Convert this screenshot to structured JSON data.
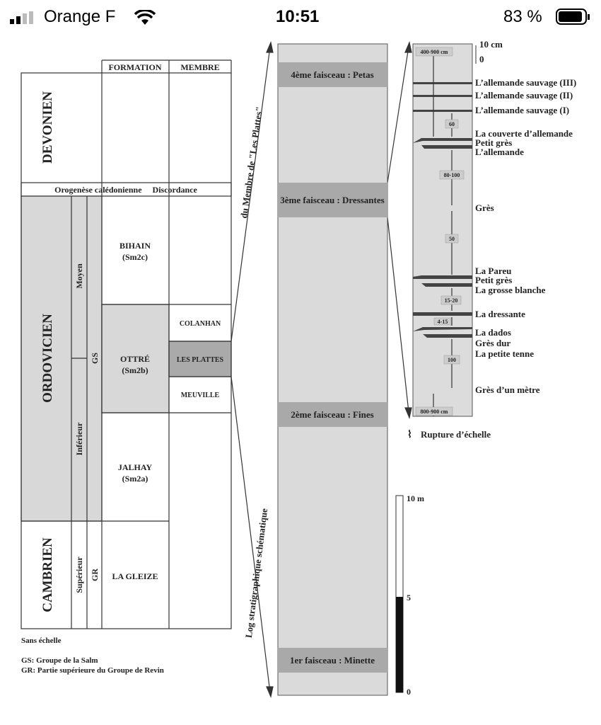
{
  "status_bar": {
    "carrier": "Orange F",
    "time": "10:51",
    "battery": "83 %"
  },
  "left_table": {
    "headers": {
      "formation": "FORMATION",
      "membre": "MEMBRE"
    },
    "eras": [
      "DEVONIEN",
      "ORDOVICIEN",
      "CAMBRIEN"
    ],
    "orogenese": "Orogenèse calédonienne     Discordance",
    "sub": {
      "moyen": "Moyen",
      "inferieur": "Inférieur",
      "superieur": "Supérieur",
      "gs": "GS",
      "gr": "GR"
    },
    "formations": [
      {
        "name": "BIHAIN",
        "code": "(Sm2c)"
      },
      {
        "name": "OTTRÉ",
        "code": "(Sm2b)"
      },
      {
        "name": "JALHAY",
        "code": "(Sm2a)"
      },
      {
        "name": "LA GLEIZE",
        "code": ""
      }
    ],
    "membres": [
      "COLANHAN",
      "LES PLATTES",
      "MEUVILLE"
    ],
    "notes": [
      "Sans échelle",
      "GS: Groupe de la Salm",
      "GR: Partie supérieure du Groupe de Revin"
    ]
  },
  "arrows": {
    "upper": "du Membre de \"Les Plattes\"",
    "lower": "Log stratigraphique schématique"
  },
  "middle_column": {
    "bands": [
      "4ème faisceau : Petas",
      "3ème faisceau : Dressantes",
      "2ème faisceau : Fines",
      "1er faisceau : Minette"
    ]
  },
  "right_column": {
    "scale": {
      "top": "10 cm",
      "zero": "0"
    },
    "thickness": [
      "400-900 cm",
      "60",
      "80-100",
      "50",
      "15-20",
      "4-15",
      "100",
      "800-900 cm"
    ],
    "layers": [
      "L’allemande sauvage (III)",
      "L’allemande sauvage (II)",
      "L’allemande sauvage (I)",
      "La couverte d’allemande",
      "Petit grès",
      "L’allemande",
      "Grès",
      "La Pareu",
      "Petit grès",
      "La grosse blanche",
      "La dressante",
      "La dados",
      "Grès dur",
      "La petite tenne",
      "Grès d’un mètre"
    ],
    "rupture": "Rupture d’échelle"
  },
  "scale_bar": {
    "top": "10 m",
    "mid": "5",
    "bottom": "0"
  }
}
